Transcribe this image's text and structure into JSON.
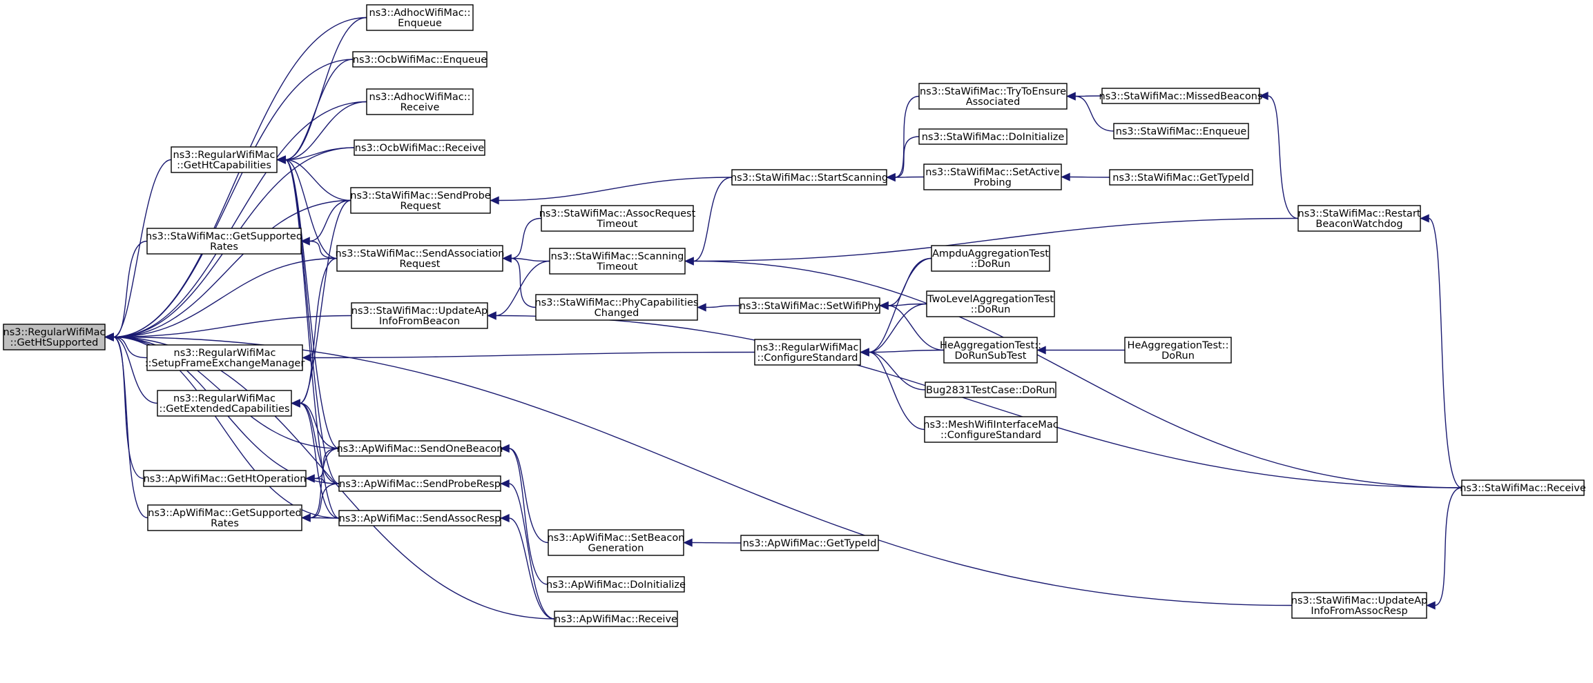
{
  "graph": {
    "nodes": [
      {
        "id": "root",
        "lines": [
          "ns3::RegularWifiMac",
          "::GetHtSupported"
        ],
        "root": true
      },
      {
        "id": "getht",
        "lines": [
          "ns3::RegularWifiMac",
          "::GetHtCapabilities"
        ]
      },
      {
        "id": "stagetsup",
        "lines": [
          "ns3::StaWifiMac::GetSupported",
          "Rates"
        ]
      },
      {
        "id": "setupfem",
        "lines": [
          "ns3::RegularWifiMac",
          "::SetupFrameExchangeManager"
        ]
      },
      {
        "id": "getext",
        "lines": [
          "ns3::RegularWifiMac",
          "::GetExtendedCapabilities"
        ]
      },
      {
        "id": "apgethtop",
        "lines": [
          "ns3::ApWifiMac::GetHtOperation"
        ]
      },
      {
        "id": "apgetsup",
        "lines": [
          "ns3::ApWifiMac::GetSupported",
          "Rates"
        ]
      },
      {
        "id": "adhocenq",
        "lines": [
          "ns3::AdhocWifiMac::",
          "Enqueue"
        ]
      },
      {
        "id": "ocbenq",
        "lines": [
          "ns3::OcbWifiMac::Enqueue"
        ]
      },
      {
        "id": "adhocrecv",
        "lines": [
          "ns3::AdhocWifiMac::",
          "Receive"
        ]
      },
      {
        "id": "ocbrecv",
        "lines": [
          "ns3::OcbWifiMac::Receive"
        ]
      },
      {
        "id": "sendprobe",
        "lines": [
          "ns3::StaWifiMac::SendProbe",
          "Request"
        ]
      },
      {
        "id": "sendassoc",
        "lines": [
          "ns3::StaWifiMac::SendAssociation",
          "Request"
        ]
      },
      {
        "id": "updateapbeacon",
        "lines": [
          "ns3::StaWifiMac::UpdateAp",
          "InfoFromBeacon"
        ]
      },
      {
        "id": "sendonebeacon",
        "lines": [
          "ns3::ApWifiMac::SendOneBeacon"
        ]
      },
      {
        "id": "sendproberesp",
        "lines": [
          "ns3::ApWifiMac::SendProbeResp"
        ]
      },
      {
        "id": "sendassocresp",
        "lines": [
          "ns3::ApWifiMac::SendAssocResp"
        ]
      },
      {
        "id": "assocreqto",
        "lines": [
          "ns3::StaWifiMac::AssocRequest",
          "Timeout"
        ]
      },
      {
        "id": "scanto",
        "lines": [
          "ns3::StaWifiMac::Scanning",
          "Timeout"
        ]
      },
      {
        "id": "phycap",
        "lines": [
          "ns3::StaWifiMac::PhyCapabilities",
          "Changed"
        ]
      },
      {
        "id": "setbeacongen",
        "lines": [
          "ns3::ApWifiMac::SetBeacon",
          "Generation"
        ]
      },
      {
        "id": "apdoinit",
        "lines": [
          "ns3::ApWifiMac::DoInitialize"
        ]
      },
      {
        "id": "aprecv",
        "lines": [
          "ns3::ApWifiMac::Receive"
        ]
      },
      {
        "id": "startscan",
        "lines": [
          "ns3::StaWifiMac::StartScanning"
        ]
      },
      {
        "id": "setwifiphy",
        "lines": [
          "ns3::StaWifiMac::SetWifiPhy"
        ]
      },
      {
        "id": "configstd",
        "lines": [
          "ns3::RegularWifiMac",
          "::ConfigureStandard"
        ]
      },
      {
        "id": "apgettypeid",
        "lines": [
          "ns3::ApWifiMac::GetTypeId"
        ]
      },
      {
        "id": "trytoensure",
        "lines": [
          "ns3::StaWifiMac::TryToEnsure",
          "Associated"
        ]
      },
      {
        "id": "stadoinit",
        "lines": [
          "ns3::StaWifiMac::DoInitialize"
        ]
      },
      {
        "id": "setactive",
        "lines": [
          "ns3::StaWifiMac::SetActive",
          "Probing"
        ]
      },
      {
        "id": "ampdu",
        "lines": [
          "AmpduAggregationTest",
          "::DoRun"
        ]
      },
      {
        "id": "twolevel",
        "lines": [
          "TwoLevelAggregationTest",
          "::DoRun"
        ]
      },
      {
        "id": "heaggsub",
        "lines": [
          "HeAggregationTest::",
          "DoRunSubTest"
        ]
      },
      {
        "id": "bug2831",
        "lines": [
          "Bug2831TestCase::DoRun"
        ]
      },
      {
        "id": "meshconfig",
        "lines": [
          "ns3::MeshWifiInterfaceMac",
          "::ConfigureStandard"
        ]
      },
      {
        "id": "missedbeacons",
        "lines": [
          "ns3::StaWifiMac::MissedBeacons"
        ]
      },
      {
        "id": "staenqueue",
        "lines": [
          "ns3::StaWifiMac::Enqueue"
        ]
      },
      {
        "id": "stagettypeid",
        "lines": [
          "ns3::StaWifiMac::GetTypeId"
        ]
      },
      {
        "id": "heaggrun",
        "lines": [
          "HeAggregationTest::",
          "DoRun"
        ]
      },
      {
        "id": "restartbw",
        "lines": [
          "ns3::StaWifiMac::Restart",
          "BeaconWatchdog"
        ]
      },
      {
        "id": "updateapassoc",
        "lines": [
          "ns3::StaWifiMac::UpdateAp",
          "InfoFromAssocResp"
        ]
      },
      {
        "id": "starecv",
        "lines": [
          "ns3::StaWifiMac::Receive"
        ]
      }
    ],
    "edges": [
      [
        "root",
        "getht"
      ],
      [
        "root",
        "stagetsup"
      ],
      [
        "root",
        "setupfem"
      ],
      [
        "root",
        "getext"
      ],
      [
        "root",
        "apgethtop"
      ],
      [
        "root",
        "apgetsup"
      ],
      [
        "root",
        "adhocenq"
      ],
      [
        "root",
        "ocbenq"
      ],
      [
        "root",
        "adhocrecv"
      ],
      [
        "root",
        "ocbrecv"
      ],
      [
        "root",
        "sendprobe"
      ],
      [
        "root",
        "sendassoc"
      ],
      [
        "root",
        "updateapbeacon"
      ],
      [
        "root",
        "sendonebeacon"
      ],
      [
        "root",
        "sendproberesp"
      ],
      [
        "root",
        "sendassocresp"
      ],
      [
        "root",
        "aprecv"
      ],
      [
        "root",
        "updateapassoc"
      ],
      [
        "getht",
        "adhocenq"
      ],
      [
        "getht",
        "ocbenq"
      ],
      [
        "getht",
        "adhocrecv"
      ],
      [
        "getht",
        "ocbrecv"
      ],
      [
        "getht",
        "sendprobe"
      ],
      [
        "getht",
        "sendassoc"
      ],
      [
        "getht",
        "sendonebeacon"
      ],
      [
        "getht",
        "sendproberesp"
      ],
      [
        "getht",
        "sendassocresp"
      ],
      [
        "stagetsup",
        "sendprobe"
      ],
      [
        "stagetsup",
        "sendassoc"
      ],
      [
        "setupfem",
        "configstd"
      ],
      [
        "getext",
        "sendprobe"
      ],
      [
        "getext",
        "sendassoc"
      ],
      [
        "getext",
        "sendonebeacon"
      ],
      [
        "getext",
        "sendproberesp"
      ],
      [
        "getext",
        "sendassocresp"
      ],
      [
        "apgethtop",
        "sendonebeacon"
      ],
      [
        "apgethtop",
        "sendproberesp"
      ],
      [
        "apgetsup",
        "sendonebeacon"
      ],
      [
        "apgetsup",
        "sendproberesp"
      ],
      [
        "apgetsup",
        "sendassocresp"
      ],
      [
        "sendprobe",
        "startscan"
      ],
      [
        "sendassoc",
        "assocreqto"
      ],
      [
        "sendassoc",
        "scanto"
      ],
      [
        "sendassoc",
        "phycap"
      ],
      [
        "updateapbeacon",
        "scanto"
      ],
      [
        "updateapbeacon",
        "starecv"
      ],
      [
        "sendonebeacon",
        "setbeacongen"
      ],
      [
        "sendonebeacon",
        "apdoinit"
      ],
      [
        "sendproberesp",
        "aprecv"
      ],
      [
        "sendassocresp",
        "aprecv"
      ],
      [
        "scanto",
        "startscan"
      ],
      [
        "scanto",
        "restartbw"
      ],
      [
        "scanto",
        "starecv"
      ],
      [
        "phycap",
        "setwifiphy"
      ],
      [
        "setbeacongen",
        "apgettypeid"
      ],
      [
        "startscan",
        "trytoensure"
      ],
      [
        "startscan",
        "stadoinit"
      ],
      [
        "startscan",
        "setactive"
      ],
      [
        "setwifiphy",
        "ampdu"
      ],
      [
        "setwifiphy",
        "twolevel"
      ],
      [
        "setwifiphy",
        "heaggsub"
      ],
      [
        "configstd",
        "ampdu"
      ],
      [
        "configstd",
        "twolevel"
      ],
      [
        "configstd",
        "heaggsub"
      ],
      [
        "configstd",
        "bug2831"
      ],
      [
        "configstd",
        "meshconfig"
      ],
      [
        "trytoensure",
        "missedbeacons"
      ],
      [
        "trytoensure",
        "staenqueue"
      ],
      [
        "setactive",
        "stagettypeid"
      ],
      [
        "heaggsub",
        "heaggrun"
      ],
      [
        "missedbeacons",
        "restartbw"
      ],
      [
        "restartbw",
        "starecv"
      ],
      [
        "updateapassoc",
        "starecv"
      ]
    ]
  }
}
